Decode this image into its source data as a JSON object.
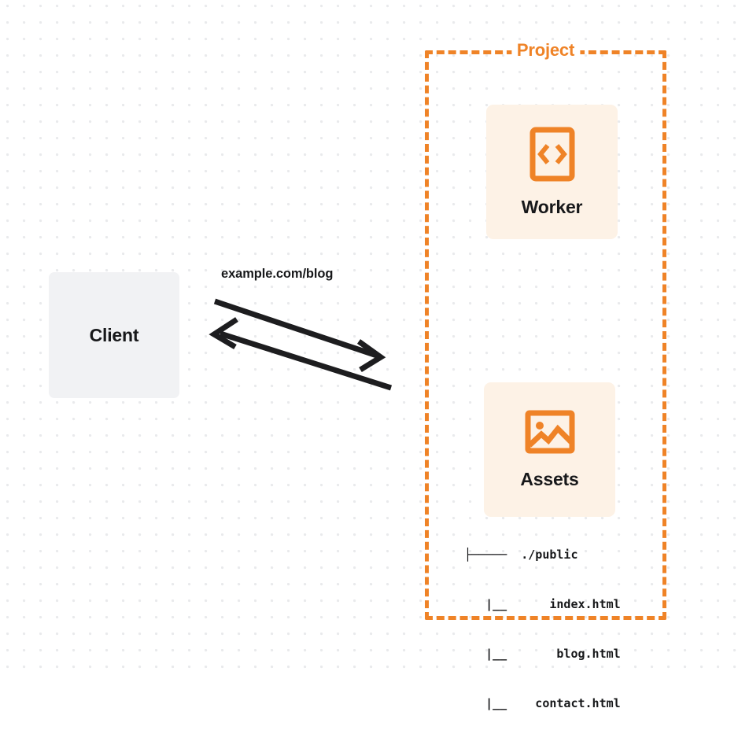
{
  "diagram": {
    "type": "architecture-flow",
    "background": {
      "style": "dotted-grid",
      "dot_color": "#e9eaec",
      "page_color": "#ffffff"
    },
    "colors": {
      "accent_orange": "#ef8327",
      "card_background": "#fdf2e6",
      "client_background": "#f1f2f4",
      "text_dark": "#17181a"
    },
    "client": {
      "label": "Client",
      "icon": "none"
    },
    "connection": {
      "label": "example.com/blog",
      "request_direction": "client-to-project",
      "response_direction": "project-to-client",
      "arrow_color": "#1d1d1f",
      "arrow_count": 2
    },
    "project": {
      "title": "Project",
      "border_style": "dashed",
      "nodes": [
        {
          "id": "worker",
          "label": "Worker",
          "icon": "code-brackets-icon",
          "icon_glyph": "<>"
        },
        {
          "id": "assets",
          "label": "Assets",
          "icon": "image-icon"
        }
      ]
    },
    "file_tree": {
      "lines": [
        "├─────  ./public",
        "   |__      index.html",
        "   |__       blog.html",
        "   |__    contact.html"
      ],
      "root": "./public",
      "files": [
        "index.html",
        "blog.html",
        "contact.html"
      ]
    }
  }
}
